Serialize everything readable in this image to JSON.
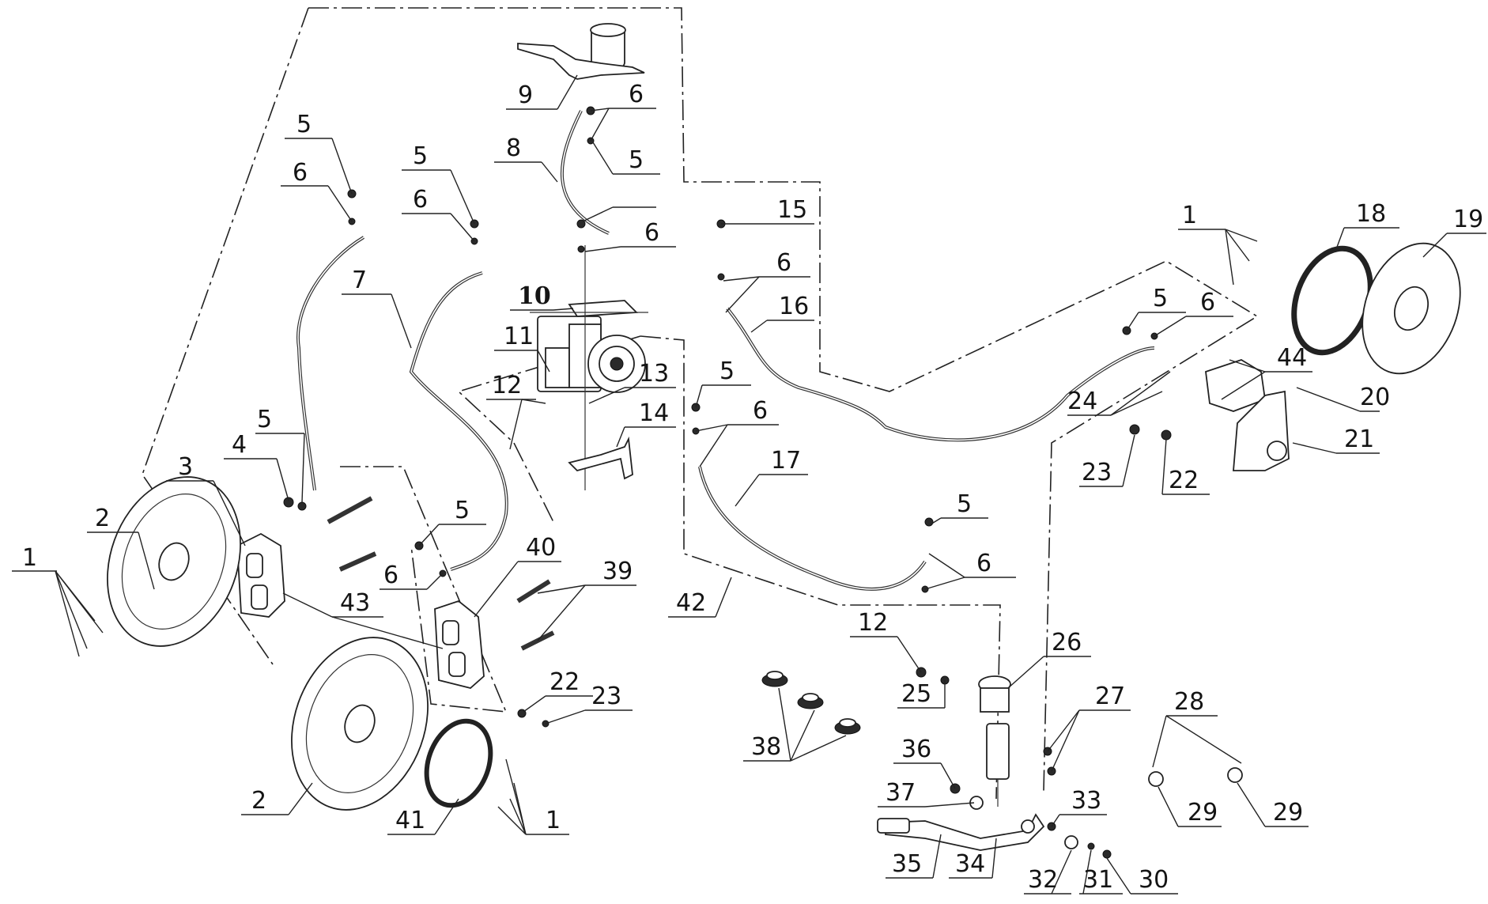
{
  "diagram": {
    "callouts": [
      {
        "id": "c1a",
        "label": "1"
      },
      {
        "id": "c2a",
        "label": "2"
      },
      {
        "id": "c3",
        "label": "3"
      },
      {
        "id": "c4",
        "label": "4"
      },
      {
        "id": "c5a",
        "label": "5"
      },
      {
        "id": "c6a",
        "label": "6"
      },
      {
        "id": "c5b",
        "label": "5"
      },
      {
        "id": "c6b",
        "label": "6"
      },
      {
        "id": "c7",
        "label": "7"
      },
      {
        "id": "c8",
        "label": "8"
      },
      {
        "id": "c9",
        "label": "9"
      },
      {
        "id": "c6c",
        "label": "6"
      },
      {
        "id": "c5c",
        "label": "5"
      },
      {
        "id": "c5d",
        "label": "5"
      },
      {
        "id": "c6d",
        "label": "6"
      },
      {
        "id": "c10",
        "label": "10"
      },
      {
        "id": "c11",
        "label": "11"
      },
      {
        "id": "c12a",
        "label": "12"
      },
      {
        "id": "c13",
        "label": "13"
      },
      {
        "id": "c14",
        "label": "14"
      },
      {
        "id": "c15",
        "label": "15"
      },
      {
        "id": "c6e",
        "label": "6"
      },
      {
        "id": "c16",
        "label": "16"
      },
      {
        "id": "c5e",
        "label": "5"
      },
      {
        "id": "c6f",
        "label": "6"
      },
      {
        "id": "c17",
        "label": "17"
      },
      {
        "id": "c5f",
        "label": "5"
      },
      {
        "id": "c6g",
        "label": "6"
      },
      {
        "id": "c5g",
        "label": "5"
      },
      {
        "id": "c6h",
        "label": "6"
      },
      {
        "id": "c43",
        "label": "43"
      },
      {
        "id": "c40",
        "label": "40"
      },
      {
        "id": "c39",
        "label": "39"
      },
      {
        "id": "c42",
        "label": "42"
      },
      {
        "id": "c22a",
        "label": "22"
      },
      {
        "id": "c23a",
        "label": "23"
      },
      {
        "id": "c2b",
        "label": "2"
      },
      {
        "id": "c41",
        "label": "41"
      },
      {
        "id": "c1b",
        "label": "1"
      },
      {
        "id": "c1c",
        "label": "1"
      },
      {
        "id": "c18",
        "label": "18"
      },
      {
        "id": "c19",
        "label": "19"
      },
      {
        "id": "c5h",
        "label": "5"
      },
      {
        "id": "c6i",
        "label": "6"
      },
      {
        "id": "c44",
        "label": "44"
      },
      {
        "id": "c24",
        "label": "24"
      },
      {
        "id": "c20",
        "label": "20"
      },
      {
        "id": "c21",
        "label": "21"
      },
      {
        "id": "c23b",
        "label": "23"
      },
      {
        "id": "c22b",
        "label": "22"
      },
      {
        "id": "c12b",
        "label": "12"
      },
      {
        "id": "c25",
        "label": "25"
      },
      {
        "id": "c26",
        "label": "26"
      },
      {
        "id": "c27",
        "label": "27"
      },
      {
        "id": "c38",
        "label": "38"
      },
      {
        "id": "c36",
        "label": "36"
      },
      {
        "id": "c37",
        "label": "37"
      },
      {
        "id": "c33",
        "label": "33"
      },
      {
        "id": "c35",
        "label": "35"
      },
      {
        "id": "c34",
        "label": "34"
      },
      {
        "id": "c32",
        "label": "32"
      },
      {
        "id": "c31",
        "label": "31"
      },
      {
        "id": "c30",
        "label": "30"
      },
      {
        "id": "c28",
        "label": "28"
      },
      {
        "id": "c29a",
        "label": "29"
      },
      {
        "id": "c29b",
        "label": "29"
      }
    ]
  }
}
